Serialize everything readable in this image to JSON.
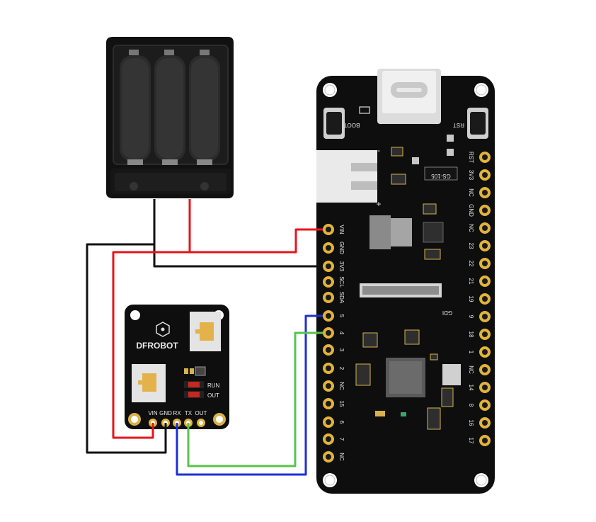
{
  "sensor": {
    "brand": "DFROBOT",
    "pins": [
      "VIN",
      "GND",
      "RX",
      "TX",
      "OUT"
    ],
    "leds": [
      "RUN",
      "OUT"
    ]
  },
  "controller": {
    "buttons": [
      "BOOT",
      "RST"
    ],
    "left_pins": [
      "VIN",
      "GND",
      "3V3",
      "SCL",
      "SDA",
      "5",
      "4",
      "3",
      "2",
      "NC",
      "15",
      "6",
      "7",
      "NC"
    ],
    "right_pins": [
      "RST",
      "3V3",
      "NC",
      "GND",
      "NC",
      "23",
      "22",
      "21",
      "19",
      "9",
      "18",
      "1",
      "NC",
      "14",
      "8",
      "16",
      "17"
    ],
    "chip_label": "GS-105",
    "jst_label": "GDI",
    "battery_marks": [
      "-",
      "+"
    ]
  },
  "colors": {
    "vin_wire": "#e8141b",
    "gnd_wire": "#111111",
    "rx_wire": "#1b2fd8",
    "tx_wire": "#58c24e",
    "board": "#0e0e0e",
    "pad": "#e2b33a"
  }
}
